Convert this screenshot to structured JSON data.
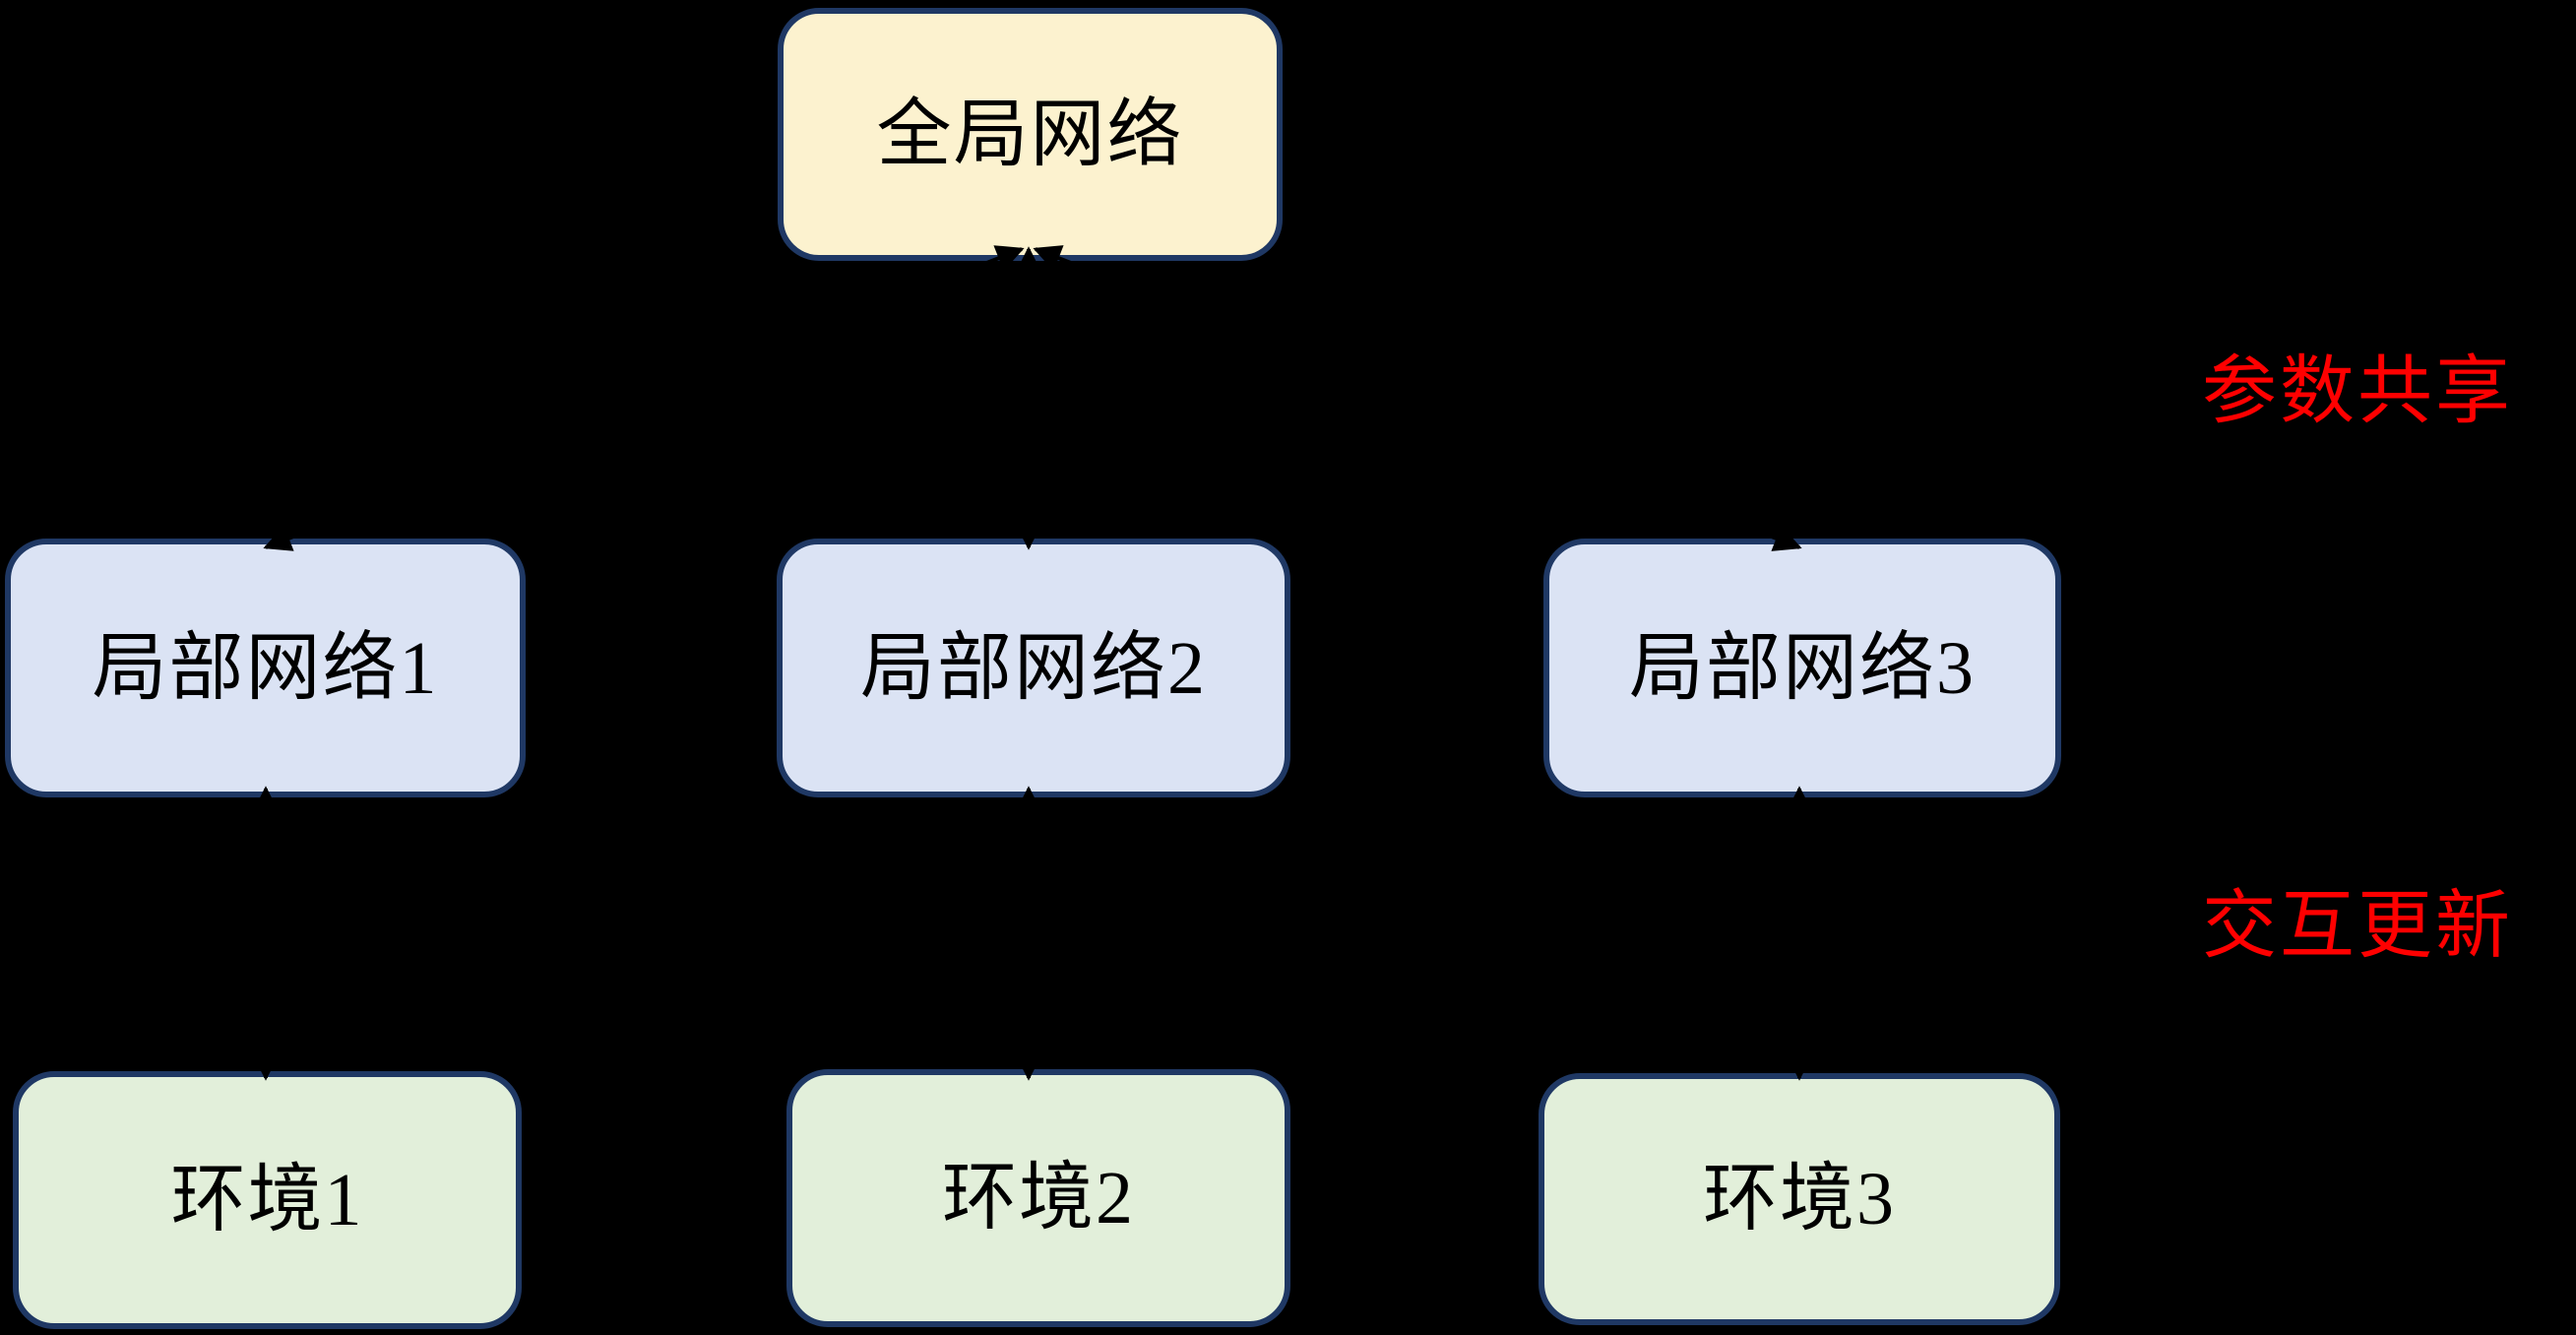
{
  "diagram": {
    "background": "#000000",
    "border_color": "#1F3864",
    "arrow_color": "#000000",
    "nodes": {
      "global": {
        "label": "全局网络",
        "fill": "#FCF2CF"
      },
      "local1": {
        "label": "局部网络1",
        "fill": "#DBE3F4"
      },
      "local2": {
        "label": "局部网络2",
        "fill": "#DBE3F4"
      },
      "local3": {
        "label": "局部网络3",
        "fill": "#DBE3F4"
      },
      "env1": {
        "label": "环境1",
        "fill": "#E2EFDA"
      },
      "env2": {
        "label": "环境2",
        "fill": "#E2EFDA"
      },
      "env3": {
        "label": "环境3",
        "fill": "#E2EFDA"
      }
    },
    "annotations": {
      "param_share": {
        "text": "参数共享",
        "color": "#FF0000"
      },
      "interact_update": {
        "text": "交互更新",
        "color": "#FF0000"
      }
    },
    "edges": [
      {
        "from": "local1",
        "to": "global",
        "bidirectional": true,
        "group": "参数共享"
      },
      {
        "from": "local2",
        "to": "global",
        "bidirectional": true,
        "group": "参数共享"
      },
      {
        "from": "local3",
        "to": "global",
        "bidirectional": true,
        "group": "参数共享"
      },
      {
        "from": "env1",
        "to": "local1",
        "bidirectional": true,
        "group": "交互更新"
      },
      {
        "from": "env2",
        "to": "local2",
        "bidirectional": true,
        "group": "交互更新"
      },
      {
        "from": "env3",
        "to": "local3",
        "bidirectional": true,
        "group": "交互更新"
      }
    ]
  }
}
